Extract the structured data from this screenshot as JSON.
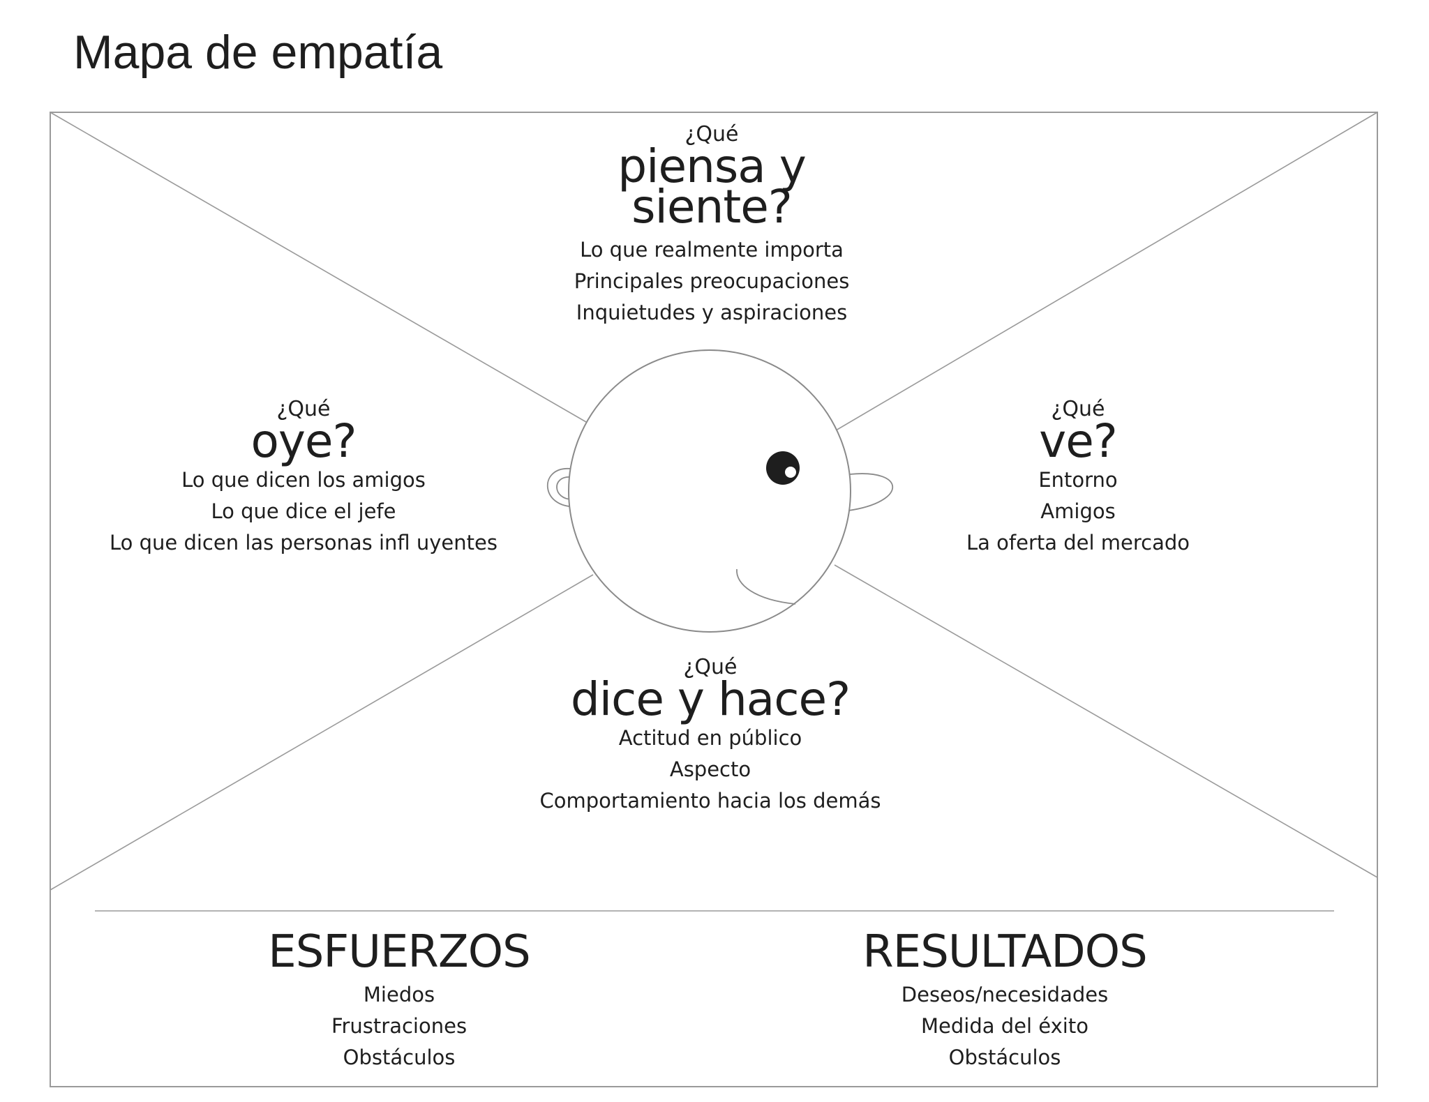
{
  "title": "Mapa de empatía",
  "think_feel": {
    "prefix": "¿Qué",
    "heading_line1": "piensa y",
    "heading_line2": "siente?",
    "items": [
      "Lo que realmente importa",
      "Principales preocupaciones",
      "Inquietudes y aspiraciones"
    ]
  },
  "hear": {
    "prefix": "¿Qué",
    "heading": "oye?",
    "items": [
      "Lo que dicen los amigos",
      "Lo que dice el jefe",
      "Lo que dicen las personas infl  uyentes"
    ]
  },
  "see": {
    "prefix": "¿Qué",
    "heading": "ve?",
    "items": [
      "Entorno",
      "Amigos",
      "La oferta del mercado"
    ]
  },
  "say_do": {
    "prefix": "¿Qué",
    "heading": "dice y hace?",
    "items": [
      "Actitud en público",
      "Aspecto",
      "Comportamiento hacia los demás"
    ]
  },
  "pains": {
    "heading": "ESFUERZOS",
    "items": [
      "Miedos",
      "Frustraciones",
      "Obstáculos"
    ]
  },
  "gains": {
    "heading": "RESULTADOS",
    "items": [
      "Deseos/necesidades",
      "Medida del éxito",
      "Obstáculos"
    ]
  },
  "colors": {
    "line": "#9a9a9a",
    "text": "#1e1e1e"
  }
}
